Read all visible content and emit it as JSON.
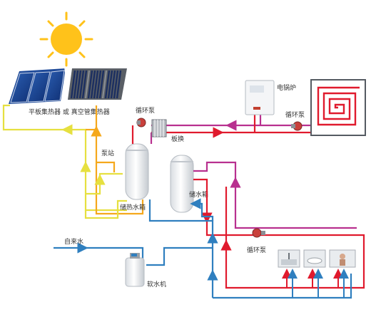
{
  "labels": {
    "collectors": "平板集热器 或 真空管集热器",
    "pump_top": "循环泵",
    "plate_exchanger": "板换",
    "pump_station": "泵站",
    "solar_tank": "储热水箱",
    "storage_tank": "储水箱",
    "boiler": "电锅炉",
    "pump_floor": "循环泵",
    "pump_bottom": "循环泵",
    "tap_water": "自来水",
    "softener": "软水机"
  },
  "colors": {
    "hot": "#e01a2d",
    "cold": "#2f7fbf",
    "solar_supply": "#f5a81c",
    "solar_return": "#e6e040",
    "heating": "#b8308f",
    "sun": "#ffc21a"
  },
  "icons": [
    "sun-icon",
    "solar-panel-icon",
    "pump-icon",
    "plate-heat-exchanger-icon",
    "water-tank-icon",
    "electric-boiler-icon",
    "floor-heating-coil-icon",
    "water-softener-icon",
    "kitchen-tap-icon",
    "bathroom-sink-icon",
    "shower-icon"
  ]
}
